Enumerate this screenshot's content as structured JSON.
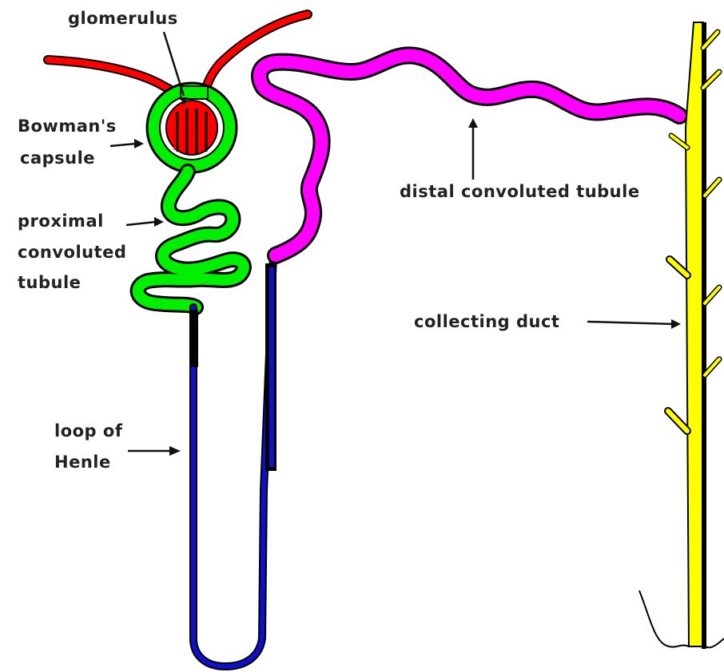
{
  "labels": {
    "glomerulus": "glomerulus",
    "bowmans_line1": "Bowman's",
    "bowmans_line2": "capsule",
    "proximal_line1": "proximal",
    "proximal_line2": "convoluted",
    "proximal_line3": "tubule",
    "distal": "distal convoluted tubule",
    "collecting": "collecting duct",
    "loop_line1": "loop of",
    "loop_line2": "Henle"
  },
  "colors": {
    "glomerulus": "#ff0000",
    "bowmans_capsule": "#00ee00",
    "proximal_tubule": "#00ee00",
    "loop_of_henle": "#1010cc",
    "distal_tubule": "#ff00ff",
    "collecting_duct": "#ffff00",
    "outline": "#000000"
  }
}
